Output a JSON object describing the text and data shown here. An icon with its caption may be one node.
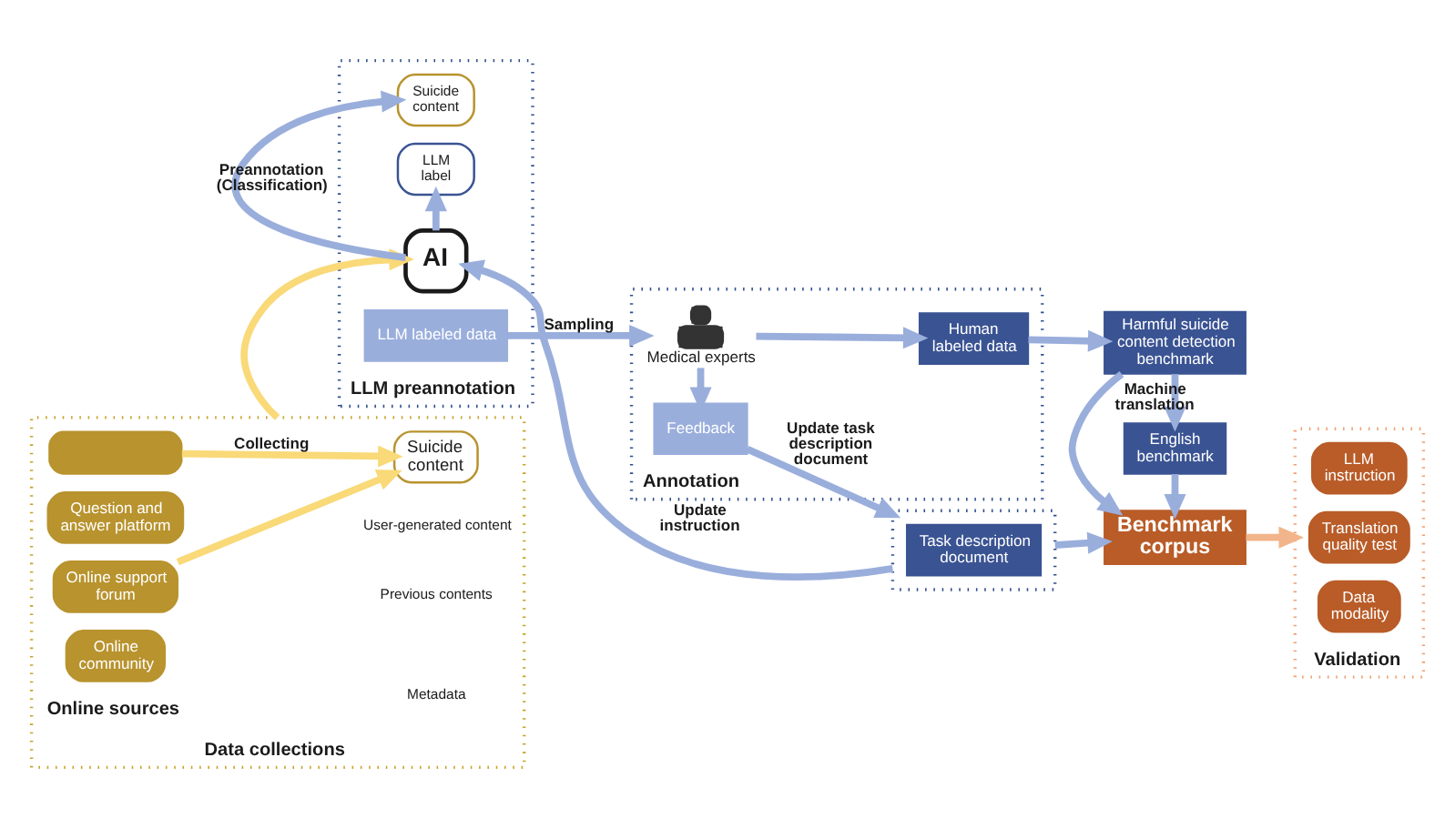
{
  "diagram": {
    "nodes": [
      {
        "text": [
          "Data collections"
        ]
      },
      {
        "text": [
          "Suicide content"
        ],
        "in": 0
      },
      {
        "text": [],
        "shape": "box",
        "in": 0
      },
      {
        "text": [
          "Question and answer platform"
        ],
        "in": 0
      },
      {
        "text": [
          "Online support forum"
        ],
        "in": 0
      },
      {
        "text": [
          "Online community"
        ],
        "in": 0
      },
      {
        "text": [
          "LLM preannotation"
        ]
      },
      {
        "text": [
          "AI"
        ],
        "in": 6
      },
      {
        "text": [
          "Suicide content"
        ],
        "in": 6
      },
      {
        "text": [
          "LLM label"
        ],
        "in": 6
      },
      {
        "text": [
          "LLM labeled data"
        ],
        "in": 6
      },
      {
        "text": [],
        "shape": "box"
      },
      {
        "text": [
          "Task description document"
        ],
        "in": 11
      },
      {
        "text": [
          "Benchmark corpus"
        ]
      },
      {
        "text": [
          "Validation"
        ]
      },
      {
        "text": [
          "LLM instruction"
        ],
        "in": 14
      },
      {
        "text": [
          "Translation quality test"
        ],
        "in": 14
      },
      {
        "text": [
          "Data modality"
        ],
        "in": 14
      },
      {
        "text": [
          "English benchmark"
        ]
      },
      {
        "text": [
          "Annotation"
        ]
      },
      {
        "text": [
          "Feedback"
        ],
        "in": 19
      },
      {
        "text": [
          "Medical experts"
        ],
        "in": 19
      },
      {
        "text": [
          "Human labeled data"
        ],
        "in": 19
      },
      {
        "text": [
          "Harmful suicide content detection benchmark"
        ]
      }
    ],
    "edges": [
      {
        "from": 2,
        "to": 1,
        "arrow": "to",
        "label": "Collecting",
        "color": "#f9d978"
      },
      {
        "from": 4,
        "to": 1,
        "arrow": "to",
        "color": "#f9d978"
      },
      {
        "from": 0,
        "to": 7,
        "arrow": "to",
        "color": "#f9d978"
      },
      {
        "from": 11,
        "to": 7,
        "arrow": "to",
        "label": "Update instruction"
      },
      {
        "from": 7,
        "to": 8,
        "arrow": "to",
        "label": "Preannotation (Classification)"
      },
      {
        "from": 7,
        "to": 9,
        "arrow": "to"
      },
      {
        "from": 10,
        "to": 21,
        "arrow": "to",
        "label": "Sampling"
      },
      {
        "from": 21,
        "to": 20,
        "arrow": "to"
      },
      {
        "from": 20,
        "to": 11,
        "arrow": "to",
        "label": "Update task description document"
      },
      {
        "from": 21,
        "to": 22,
        "arrow": "to"
      },
      {
        "from": 22,
        "to": 23,
        "arrow": "to"
      },
      {
        "from": 11,
        "to": 13,
        "arrow": "to"
      },
      {
        "from": 23,
        "to": 13,
        "arrow": "to"
      },
      {
        "from": 23,
        "to": 18,
        "arrow": "to",
        "label": "Machine translation"
      },
      {
        "from": 18,
        "to": 13,
        "arrow": "to"
      },
      {
        "from": 13,
        "to": 14,
        "arrow": "to",
        "color": "#f2b48a"
      }
    ],
    "labels": [
      "User-generated content",
      "Previous contents",
      "Metadata",
      "Online sources"
    ]
  }
}
